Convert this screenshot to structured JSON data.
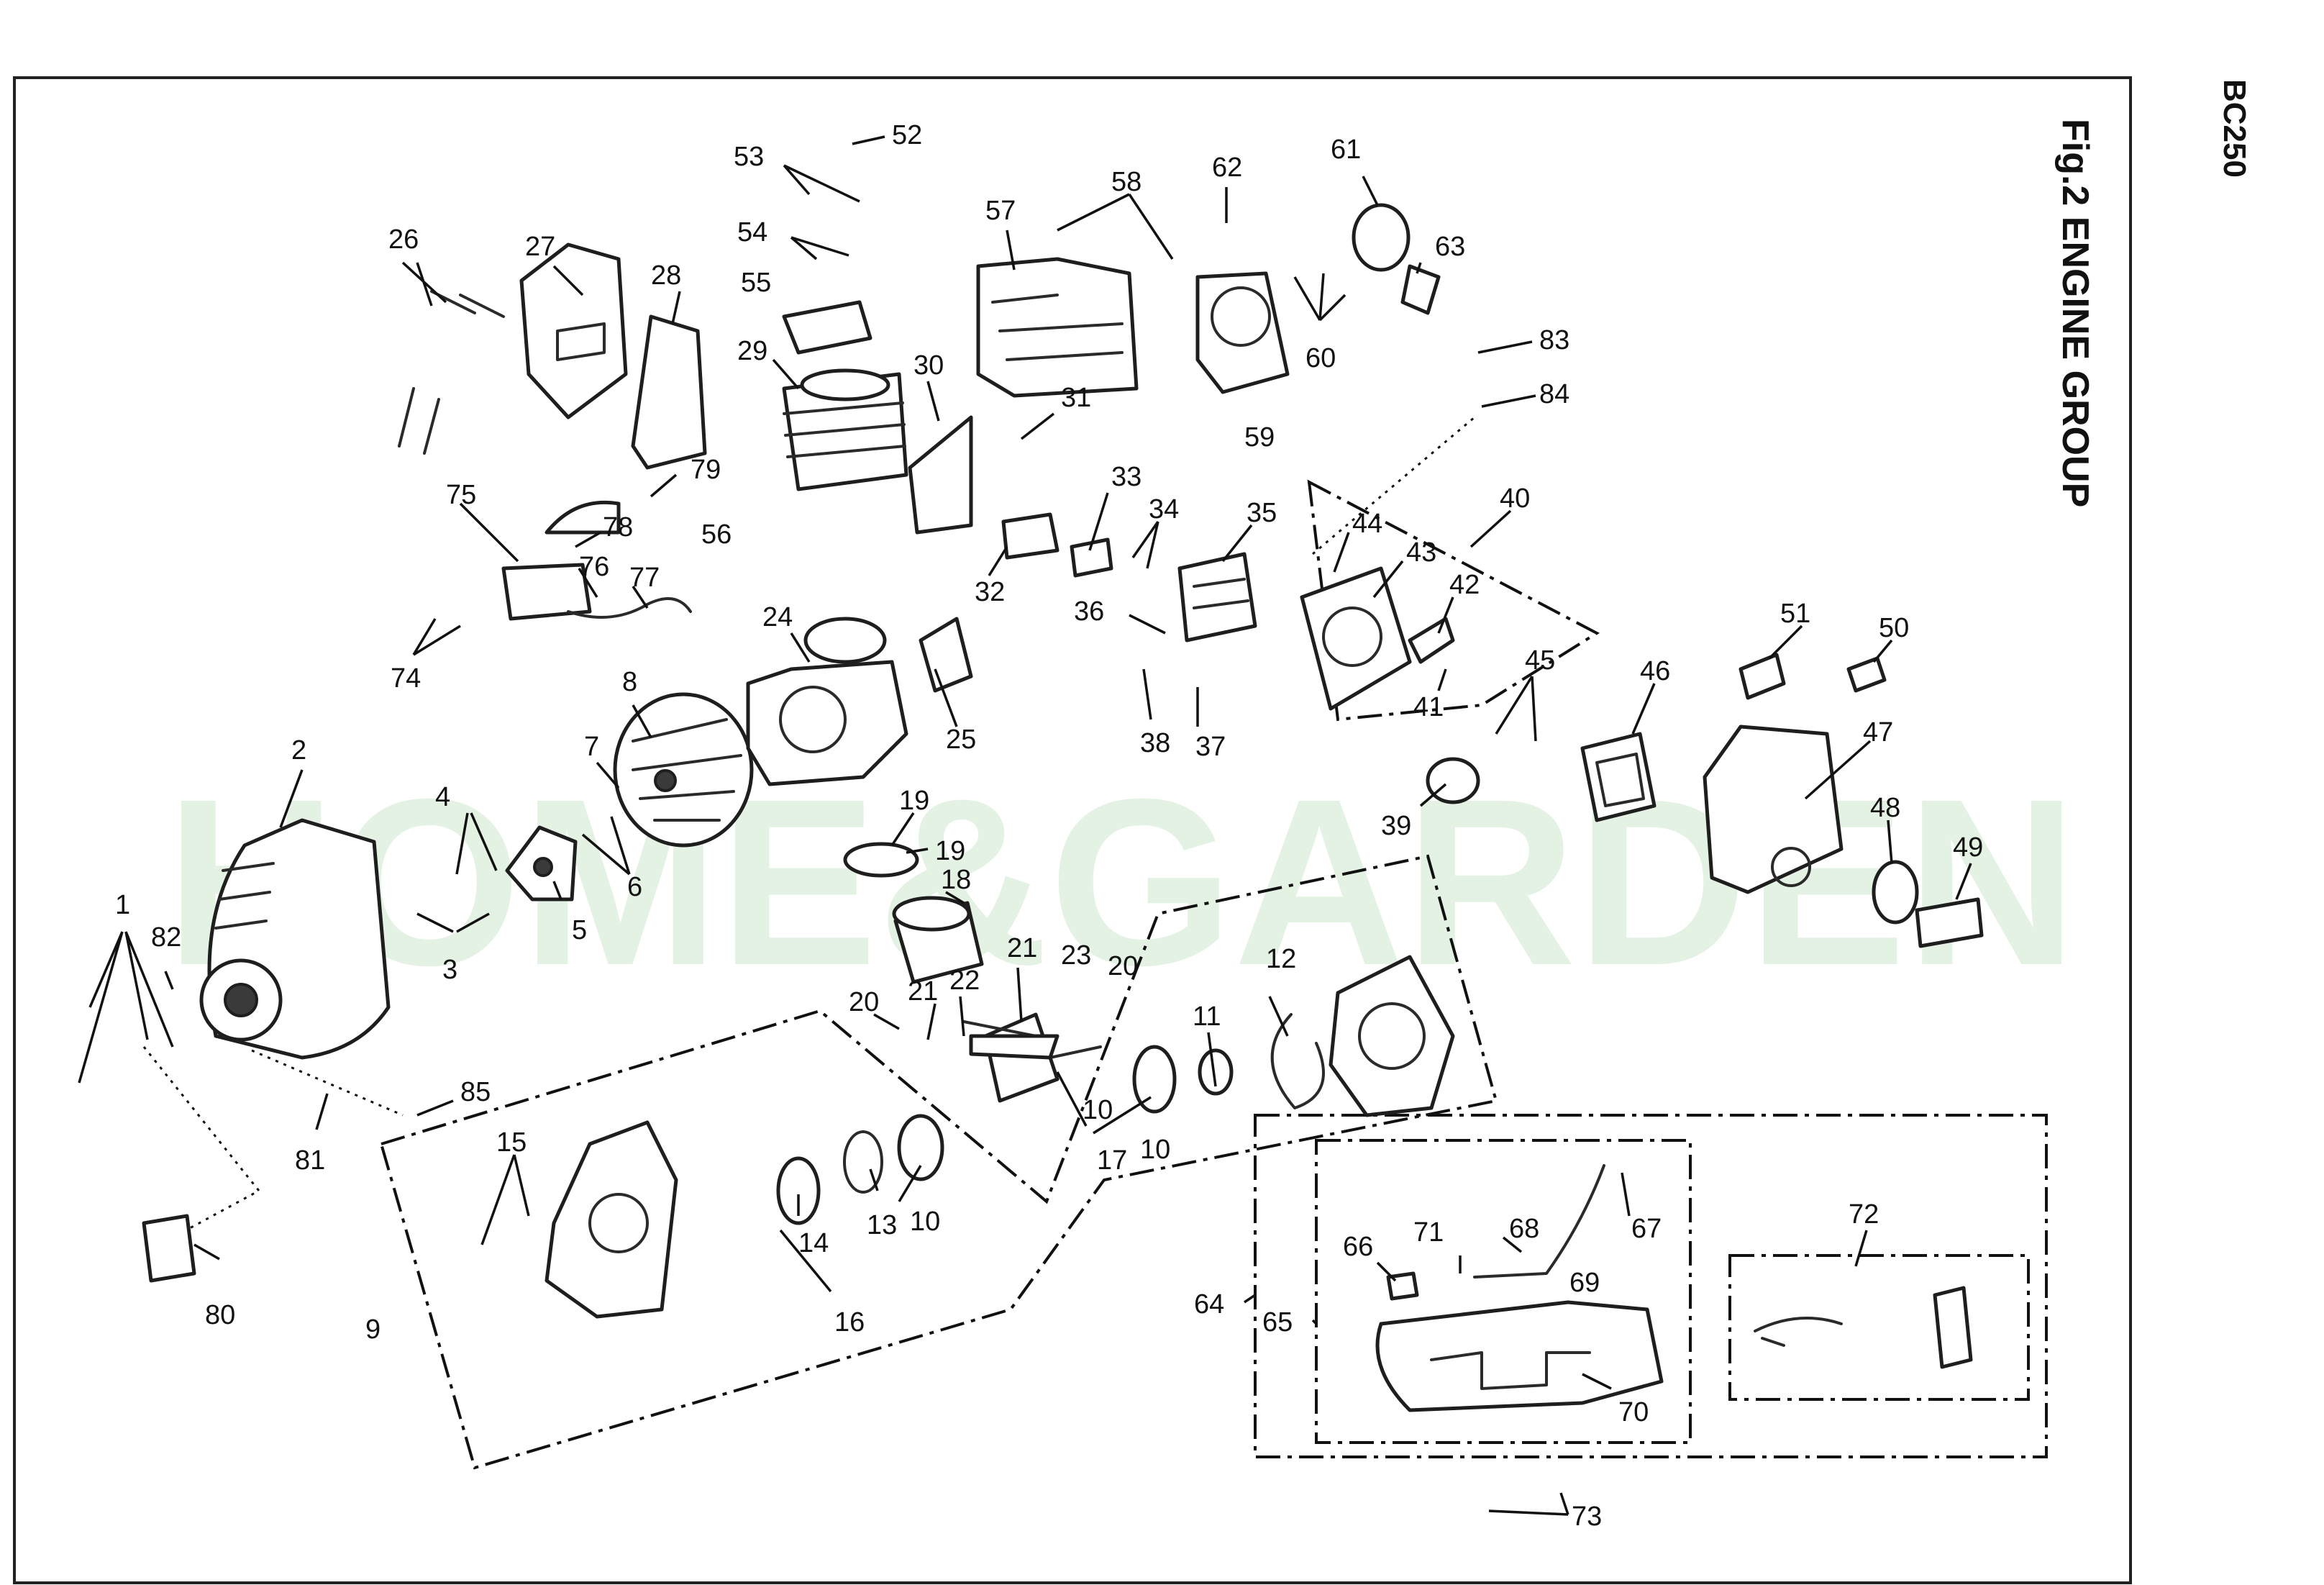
{
  "title": "Fig.2  ENGINE GROUP",
  "model": "BC250",
  "watermark": "HOME&GARDEN",
  "colors": {
    "watermark": "#46a64a",
    "ink": "#111111",
    "border": "#222222"
  },
  "callouts": [
    "1",
    "2",
    "3",
    "4",
    "5",
    "6",
    "7",
    "8",
    "9",
    "10",
    "10",
    "10",
    "11",
    "12",
    "13",
    "14",
    "15",
    "16",
    "17",
    "18",
    "19",
    "19",
    "20",
    "20",
    "21",
    "21",
    "22",
    "23",
    "24",
    "25",
    "26",
    "27",
    "28",
    "29",
    "30",
    "31",
    "32",
    "33",
    "34",
    "35",
    "36",
    "37",
    "38",
    "39",
    "40",
    "41",
    "42",
    "43",
    "44",
    "45",
    "46",
    "47",
    "48",
    "49",
    "50",
    "51",
    "52",
    "53",
    "54",
    "55",
    "56",
    "57",
    "58",
    "59",
    "60",
    "61",
    "62",
    "63",
    "64",
    "65",
    "66",
    "67",
    "68",
    "69",
    "70",
    "71",
    "72",
    "73",
    "74",
    "75",
    "76",
    "77",
    "78",
    "79",
    "80",
    "81",
    "82",
    "83",
    "84",
    "85"
  ]
}
